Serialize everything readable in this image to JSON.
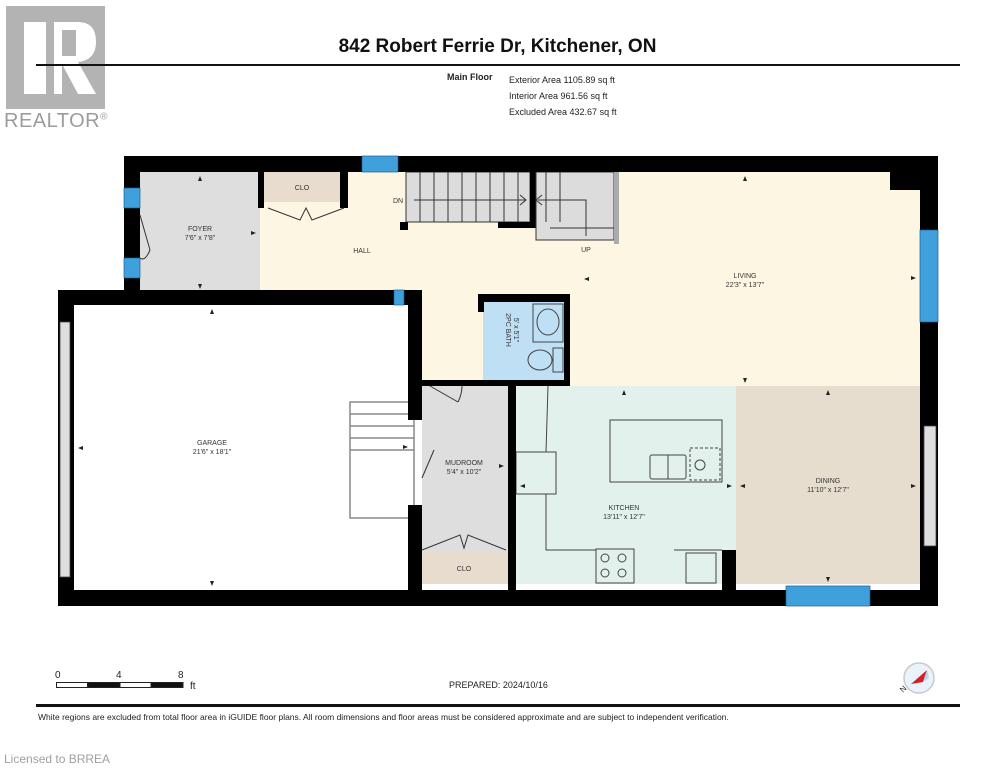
{
  "header": {
    "logo": {
      "icon": "realtor-r-icon",
      "label": "REALTOR",
      "trademark": "®"
    },
    "title": "842 Robert Ferrie Dr, Kitchener, ON",
    "floor_label": "Main Floor",
    "areas": {
      "exterior": "Exterior Area 1105.89 sq ft",
      "interior": "Interior Area 961.56 sq ft",
      "excluded": "Excluded Area 432.67 sq ft"
    }
  },
  "plan": {
    "colors": {
      "wall": "#000000",
      "window": "#3fa0dc",
      "foyer": "#dedede",
      "hall_living": "#fdf6e3",
      "closet": "#e7dccd",
      "bath": "#bfdff5",
      "mudroom": "#dedede",
      "kitchen": "#e3f1ec",
      "dining": "#e7ddcf",
      "garage": "#ffffff",
      "stairs": "#dcdcdc"
    },
    "rooms": [
      {
        "id": "foyer",
        "name": "FOYER",
        "dims": "7'6\" x 7'8\""
      },
      {
        "id": "clo-foyer",
        "name": "CLO",
        "dims": ""
      },
      {
        "id": "hall",
        "name": "HALL",
        "dims": ""
      },
      {
        "id": "living",
        "name": "LIVING",
        "dims": "22'3\" x 13'7\""
      },
      {
        "id": "bath",
        "name": "2PC BATH",
        "dims": "5' x 5'1\""
      },
      {
        "id": "garage",
        "name": "GARAGE",
        "dims": "21'6\" x 18'1\""
      },
      {
        "id": "mudroom",
        "name": "MUDROOM",
        "dims": "5'4\" x 10'2\""
      },
      {
        "id": "clo-mudroom",
        "name": "CLO",
        "dims": ""
      },
      {
        "id": "kitchen",
        "name": "KITCHEN",
        "dims": "13'11\" x 12'7\""
      },
      {
        "id": "dining",
        "name": "DINING",
        "dims": "11'10\" x 12'7\""
      }
    ],
    "stair_labels": {
      "down": "DN",
      "up": "UP"
    }
  },
  "footer": {
    "scale": {
      "ticks": [
        "0",
        "4",
        "8"
      ],
      "unit": "ft"
    },
    "prepared": "PREPARED: 2024/10/16",
    "compass": {
      "icon": "north-compass-icon",
      "label": "N"
    },
    "disclaimer": "White regions are excluded from total floor area in iGUIDE floor plans. All room dimensions and floor areas must be considered approximate and are subject to independent verification.",
    "licensed": "Licensed to BRREA"
  }
}
